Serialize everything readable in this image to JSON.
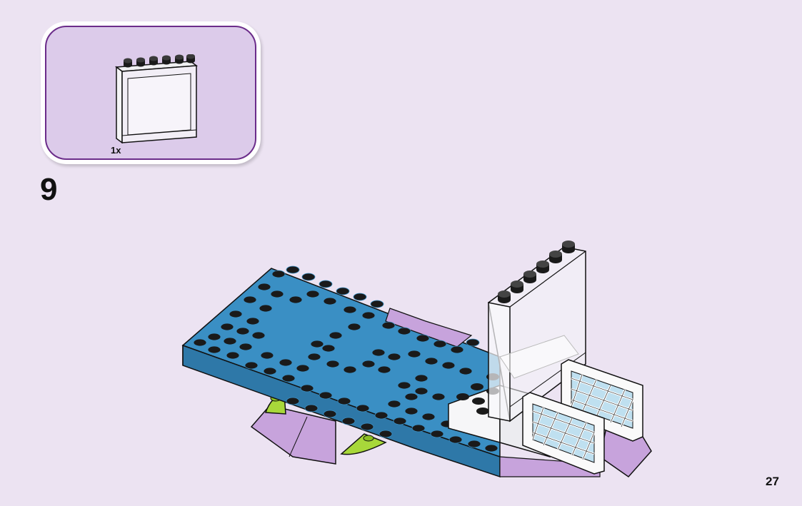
{
  "step": {
    "number": "9"
  },
  "parts": [
    {
      "quantity_label": "1x",
      "piece": "transparent-window-panel-1x6x5"
    }
  ],
  "page": {
    "number": "27"
  },
  "colors": {
    "background": "#ece3f2",
    "callout_fill": "#dccbea",
    "callout_border": "#6b2c8a",
    "baseplate_blue": "#3a8fc4",
    "baseplate_side": "#2e78a8",
    "lavender": "#c7a3dc",
    "lime": "#a8d83a",
    "stud_black": "#1a1a1a"
  }
}
